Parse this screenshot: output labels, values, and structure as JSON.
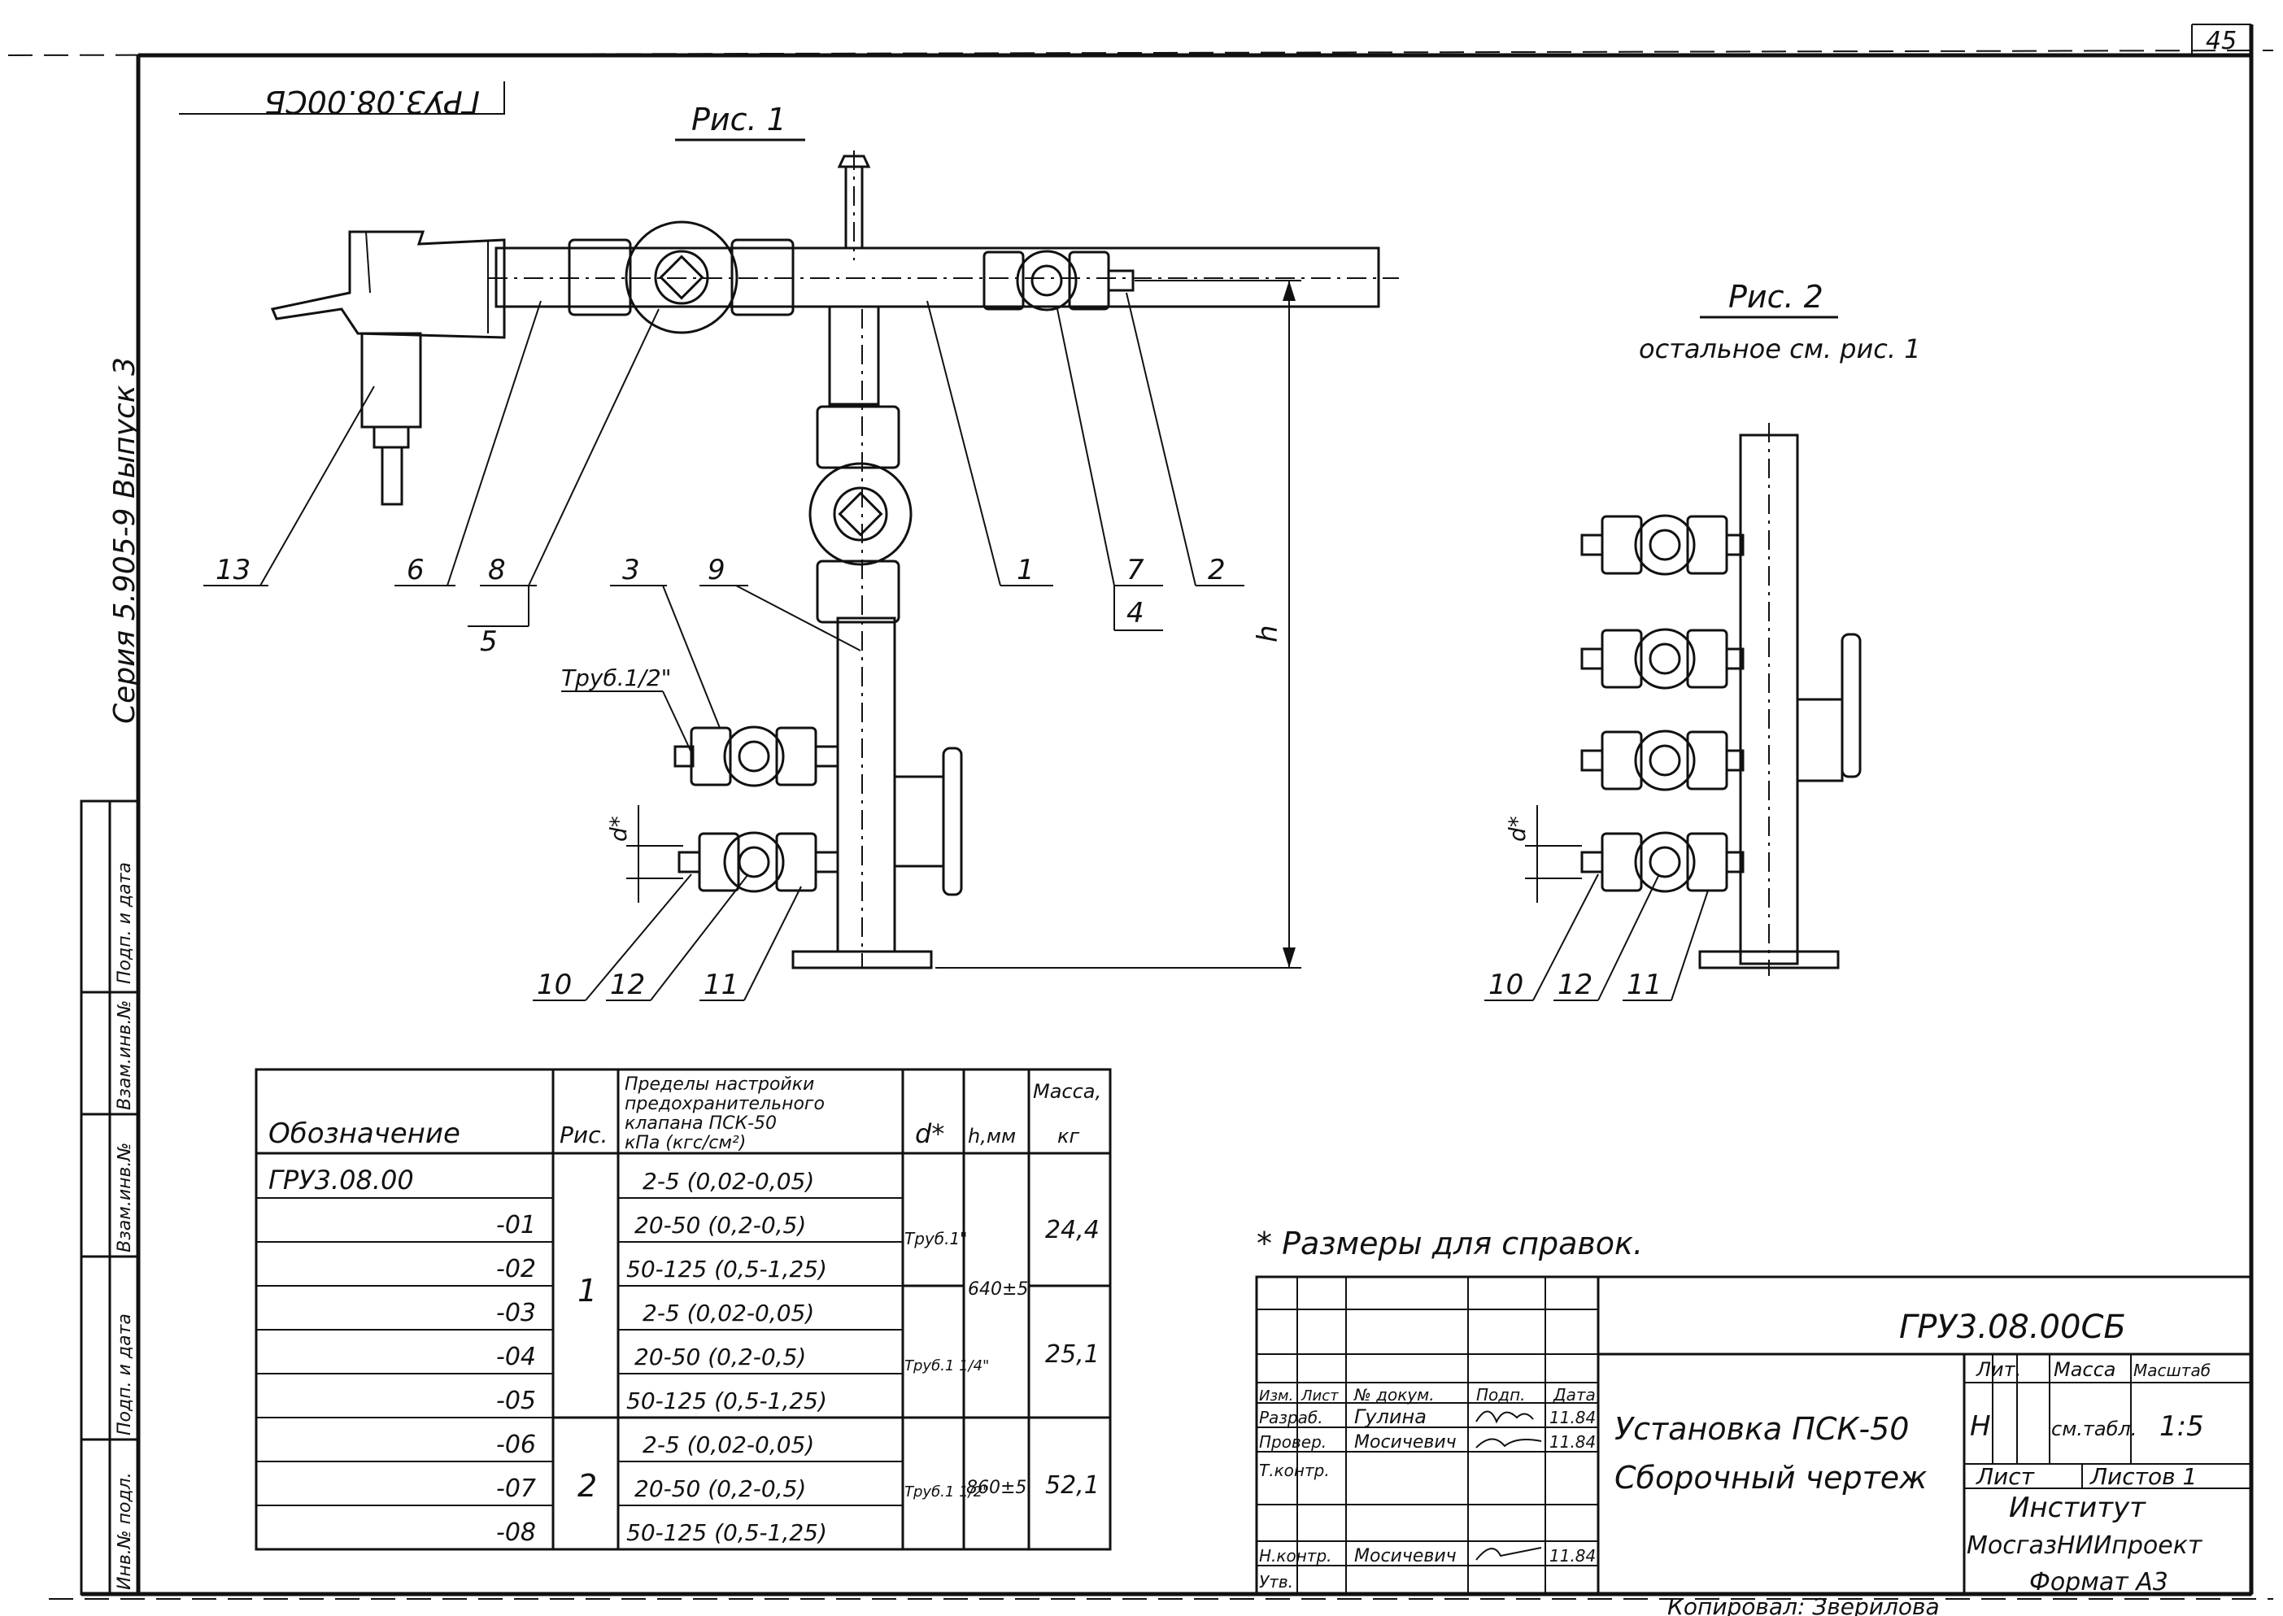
{
  "sheet": {
    "page_number": "45",
    "rotated_doc_number": "ГРУ3.08.00СБ",
    "side_series": "Серия 5.905-9  Выпуск 3"
  },
  "side_stamp": [
    "Взам.инв.№",
    "Подп. и дата",
    "Инв.№ подл.",
    "Подп. и дата",
    "Взам.инв.№"
  ],
  "figures": {
    "fig1": {
      "title": "Рис. 1",
      "callouts": [
        "13",
        "6",
        "8",
        "5",
        "3",
        "9",
        "1",
        "7",
        "4",
        "2",
        "10",
        "12",
        "11"
      ],
      "pipe_label": "Труб.1/2\"",
      "dim_d": "d*",
      "dim_h": "h"
    },
    "fig2": {
      "title": "Рис. 2",
      "subtitle": "остальное см. рис. 1",
      "callouts": [
        "10",
        "12",
        "11"
      ],
      "dim_d": "d*"
    }
  },
  "spec_table": {
    "headers": {
      "designation": "Обозначение",
      "fig": "Рис.",
      "limits": [
        "Пределы настройки",
        "предохранительного",
        "клапана ПСК-50",
        "кПа (кгс/см²)"
      ],
      "d": "d*",
      "h": "h,мм",
      "mass": [
        "Масса,",
        "кг"
      ]
    },
    "rows": [
      {
        "designation": "ГРУ3.08.00",
        "limit": "2-5 (0,02-0,05)"
      },
      {
        "designation": "-01",
        "limit": "20-50 (0,2-0,5)"
      },
      {
        "designation": "-02",
        "limit": "50-125 (0,5-1,25)"
      },
      {
        "designation": "-03",
        "limit": "2-5 (0,02-0,05)"
      },
      {
        "designation": "-04",
        "limit": "20-50 (0,2-0,5)"
      },
      {
        "designation": "-05",
        "limit": "50-125 (0,5-1,25)"
      },
      {
        "designation": "-06",
        "limit": "2-5 (0,02-0,05)"
      },
      {
        "designation": "-07",
        "limit": "20-50 (0,2-0,5)"
      },
      {
        "designation": "-08",
        "limit": "50-125 (0,5-1,25)"
      }
    ],
    "fig_groups": [
      "1",
      "2"
    ],
    "d_groups": [
      "Труб.1\"",
      "Труб.1 1/4\"",
      "Труб.1 1/2\""
    ],
    "h_groups": [
      "640±5",
      "860±5"
    ],
    "mass_groups": [
      "24,4",
      "25,1",
      "52,1"
    ]
  },
  "note": "* Размеры для справок.",
  "title_block": {
    "doc_number": "ГРУ3.08.00СБ",
    "name_line1": "Установка ПСК-50",
    "name_line2": "Сборочный чертеж",
    "col_headers": [
      "Изм.",
      "Лист",
      "№ докум.",
      "Подп.",
      "Дата"
    ],
    "roles": [
      {
        "role": "Разраб.",
        "name": "Гулина",
        "date": "11.84"
      },
      {
        "role": "Провер.",
        "name": "Мосичевич",
        "date": "11.84"
      },
      {
        "role": "Т.контр.",
        "name": "",
        "date": ""
      },
      {
        "role": "Н.контр.",
        "name": "Мосичевич",
        "date": "11.84"
      },
      {
        "role": "Утв.",
        "name": "",
        "date": ""
      }
    ],
    "lit_label": "Лит.",
    "lit_value": "Н",
    "mass_label": "Масса",
    "mass_value": "см.табл.",
    "scale_label": "Масштаб",
    "scale_value": "1:5",
    "sheet_label": "Лист",
    "sheets_label": "Листов 1",
    "org_line1": "Институт",
    "org_line2": "МосгазНИИпроект"
  },
  "footer": {
    "copied": "Копировал: Зверилова",
    "format": "Формат А3"
  }
}
